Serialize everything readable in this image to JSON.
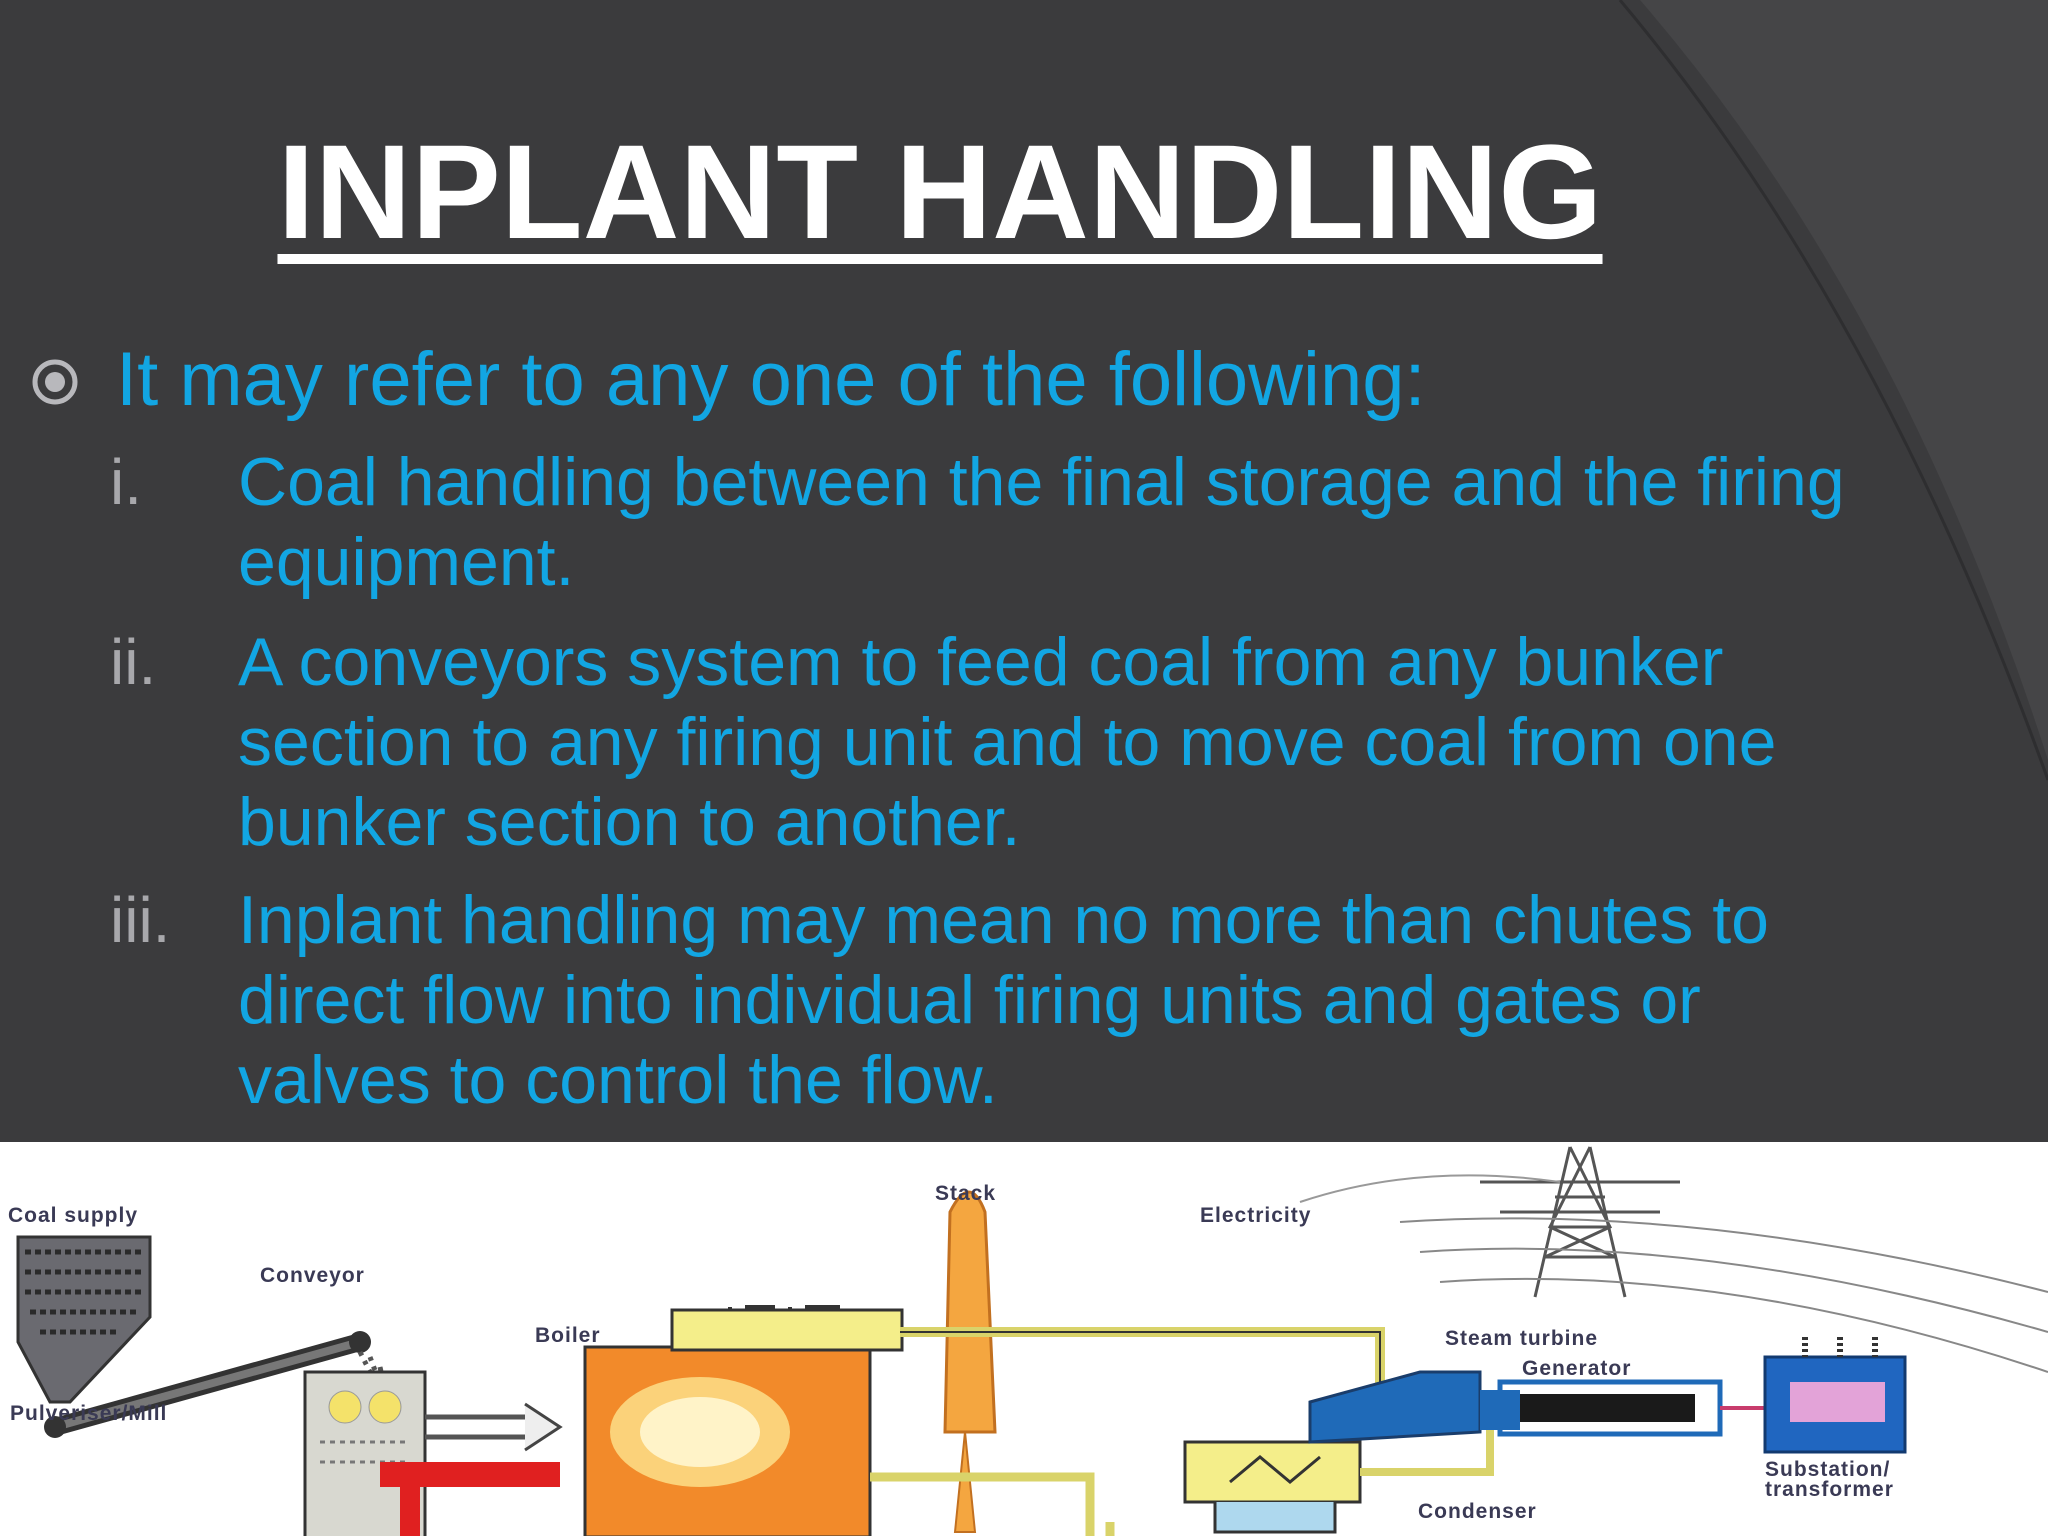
{
  "slide": {
    "title": "INPLANT HANDLING",
    "intro": "It may refer to any one of the following:",
    "items": [
      {
        "num": "i.",
        "text": "Coal handling between the final storage and the firing\nequipment."
      },
      {
        "num": "ii.",
        "text": "A conveyors system to feed coal from any bunker\nsection to any firing unit and to move coal from one\nbunker section to another."
      },
      {
        "num": "iii.",
        "text": "Inplant handling may mean no more than chutes to\ndirect flow into individual firing units and gates or\nvalves to control the flow."
      }
    ]
  },
  "diagram": {
    "labels": {
      "coal_supply": "Coal supply",
      "conveyor": "Conveyor",
      "boiler": "Boiler",
      "pulveriser": "Pulveriser/Mill",
      "stack": "Stack",
      "electricity": "Electricity",
      "steam_turbine": "Steam turbine",
      "generator": "Generator",
      "substation": "Substation/\ntransformer",
      "condenser": "Condenser"
    }
  },
  "colors": {
    "background": "#3b3b3d",
    "title": "#ffffff",
    "body_text": "#12a6e3",
    "numbering": "#a8a8ac"
  }
}
